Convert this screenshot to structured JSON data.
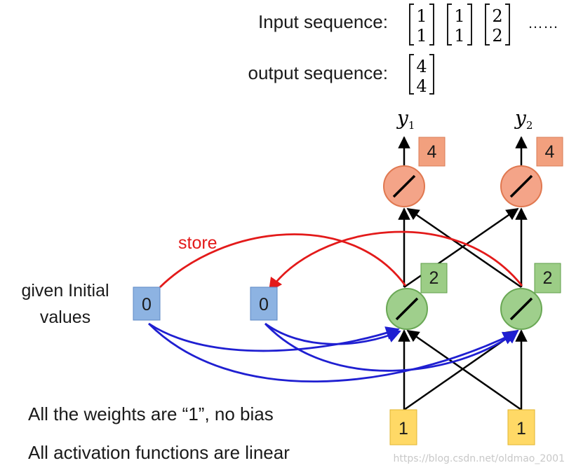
{
  "header": {
    "input_label": "Input sequence:",
    "output_label": "output sequence:",
    "input_vectors": [
      [
        "1",
        "1"
      ],
      [
        "1",
        "1"
      ],
      [
        "2",
        "2"
      ]
    ],
    "ellipsis": "……",
    "output_vectors": [
      [
        "4",
        "4"
      ]
    ]
  },
  "outputs": [
    {
      "symbol": "y",
      "subscript": "1",
      "value": "4"
    },
    {
      "symbol": "y",
      "subscript": "2",
      "value": "4"
    }
  ],
  "hidden_values": [
    "2",
    "2"
  ],
  "inputs": [
    "1",
    "1"
  ],
  "memory": {
    "label_line1": "given Initial",
    "label_line2": "values",
    "cells": [
      "0",
      "0"
    ],
    "store_label": "store"
  },
  "notes": [
    "All the weights are “1”, no bias",
    "All activation functions are linear"
  ],
  "watermark": "https://blog.csdn.net/oldmao_2001",
  "colors": {
    "output_neuron": "#f4a488",
    "output_neuron_stroke": "#e07850",
    "output_box": "#f2a07e",
    "hidden_neuron": "#9fcf8c",
    "hidden_neuron_stroke": "#6aa855",
    "hidden_box": "#9ccd86",
    "input_box": "#ffd966",
    "memory_box": "#8db3e2",
    "store_arrow": "#e31a1a",
    "memory_arrow": "#1f1fd1"
  }
}
